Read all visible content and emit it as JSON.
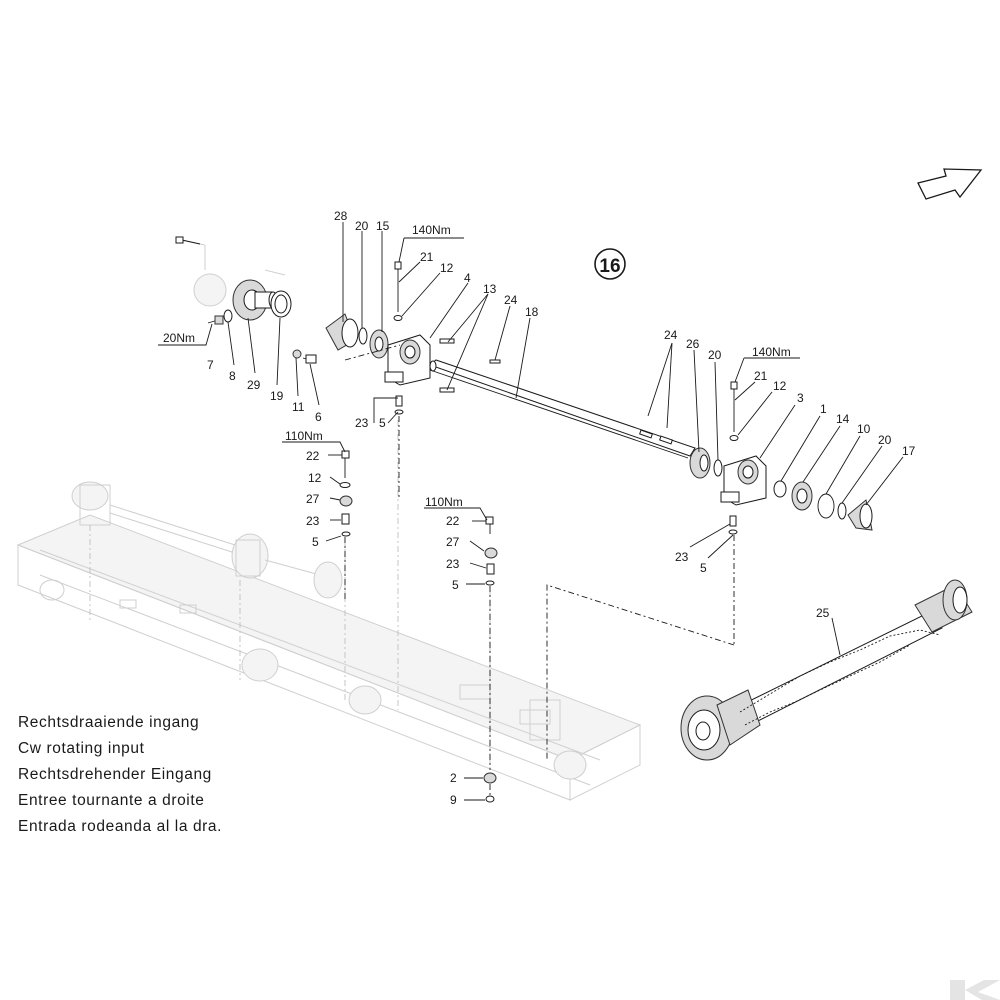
{
  "diagram": {
    "section_number": "16",
    "torque_labels": [
      "140Nm",
      "140Nm",
      "20Nm",
      "110Nm",
      "110Nm"
    ],
    "callouts": {
      "p28": "28",
      "p20a": "20",
      "p15": "15",
      "p21a": "21",
      "p12a": "12",
      "p4": "4",
      "p13": "13",
      "p24a": "24",
      "p18": "18",
      "p7": "7",
      "p8": "8",
      "p29": "29",
      "p19": "19",
      "p11": "11",
      "p6": "6",
      "p23a": "23",
      "p5a": "5",
      "p22a": "22",
      "p12b": "12",
      "p27a": "27",
      "p23b": "23",
      "p5b": "5",
      "p22b": "22",
      "p27b": "27",
      "p23c": "23",
      "p5c": "5",
      "p2": "2",
      "p9": "9",
      "p24b": "24",
      "p26": "26",
      "p20b": "20",
      "p21b": "21",
      "p12c": "12",
      "p3": "3",
      "p1": "1",
      "p14": "14",
      "p10": "10",
      "p20c": "20",
      "p17": "17",
      "p23d": "23",
      "p5d": "5",
      "p25": "25"
    }
  },
  "caption_lines": [
    "Rechtsdraaiende  ingang",
    "Cw  rotating  input",
    "Rechtsdrehender  Eingang",
    "Entree  tournante  a  droite",
    "Entrada  rodeanda  al  la  dra."
  ],
  "watermark_logo": "K"
}
